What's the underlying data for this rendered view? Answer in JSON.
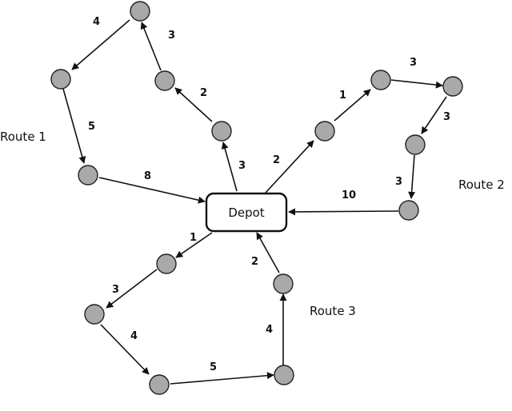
{
  "depot": {
    "label": "Depot"
  },
  "routes": [
    {
      "name": "Route 1",
      "weights": [
        "8",
        "5",
        "4",
        "3",
        "2",
        "3"
      ]
    },
    {
      "name": "Route 2",
      "weights": [
        "2",
        "1",
        "3",
        "3",
        "3",
        "10"
      ]
    },
    {
      "name": "Route 3",
      "weights": [
        "1",
        "3",
        "4",
        "5",
        "4",
        "2"
      ]
    }
  ],
  "colors": {
    "node_fill": "#a9a9a9",
    "stroke": "#111111"
  }
}
